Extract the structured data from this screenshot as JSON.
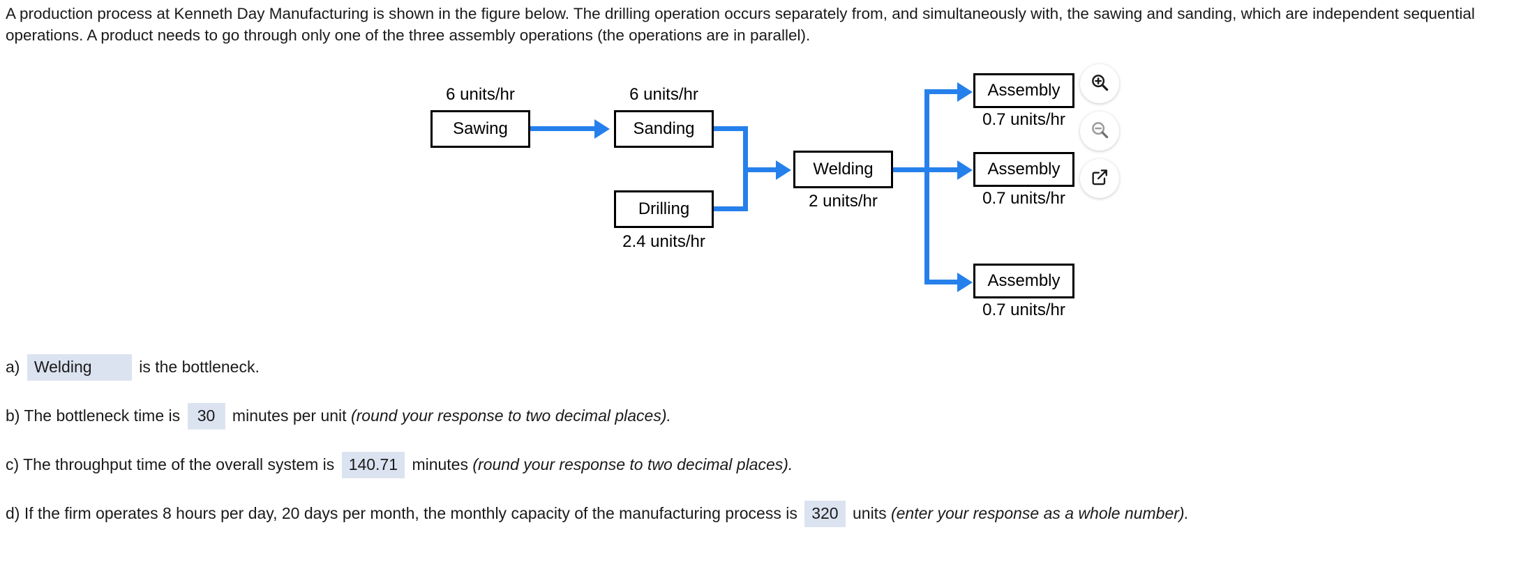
{
  "intro": {
    "text": "A production process at Kenneth Day Manufacturing is shown in the figure below. The drilling operation occurs separately from, and simultaneously with, the sawing and sanding, which are independent sequential operations. A product needs to go through only one of the three assembly operations (the operations are in parallel)."
  },
  "figure": {
    "nodes": {
      "sawing": {
        "label": "Sawing",
        "rate": "6 units/hr"
      },
      "sanding": {
        "label": "Sanding",
        "rate": "6 units/hr"
      },
      "drilling": {
        "label": "Drilling",
        "rate": "2.4 units/hr"
      },
      "welding": {
        "label": "Welding",
        "rate": "2 units/hr"
      },
      "assembly1": {
        "label": "Assembly",
        "rate": "0.7 units/hr"
      },
      "assembly2": {
        "label": "Assembly",
        "rate": "0.7 units/hr"
      },
      "assembly3": {
        "label": "Assembly",
        "rate": "0.7 units/hr"
      }
    },
    "arrow_color": "#2680EB",
    "tools": [
      {
        "name": "zoom-in-icon",
        "title": "Zoom in"
      },
      {
        "name": "zoom-out-icon",
        "title": "Zoom out"
      },
      {
        "name": "open-in-new-window-icon",
        "title": "Open in new window"
      }
    ]
  },
  "answers": {
    "a": {
      "prefix": "a)",
      "value": "Welding",
      "suffix": "is the bottleneck."
    },
    "b": {
      "prefix": "b) The bottleneck time is",
      "value": "30",
      "suffix": "minutes per unit",
      "hint": "(round your response to two decimal places)."
    },
    "c": {
      "prefix": "c) The throughput time of the overall system is",
      "value": "140.71",
      "suffix": "minutes",
      "hint": "(round your response to two decimal places)."
    },
    "d": {
      "prefix": "d) If the firm operates 8 hours per day, 20 days per month, the monthly capacity of the manufacturing process is",
      "value": "320",
      "suffix": "units",
      "hint": "(enter your response as a whole number)."
    }
  },
  "colors": {
    "arrow_blue": "#2680EB",
    "answer_field_bg": "#DCE3F0",
    "box_border": "#000000"
  }
}
